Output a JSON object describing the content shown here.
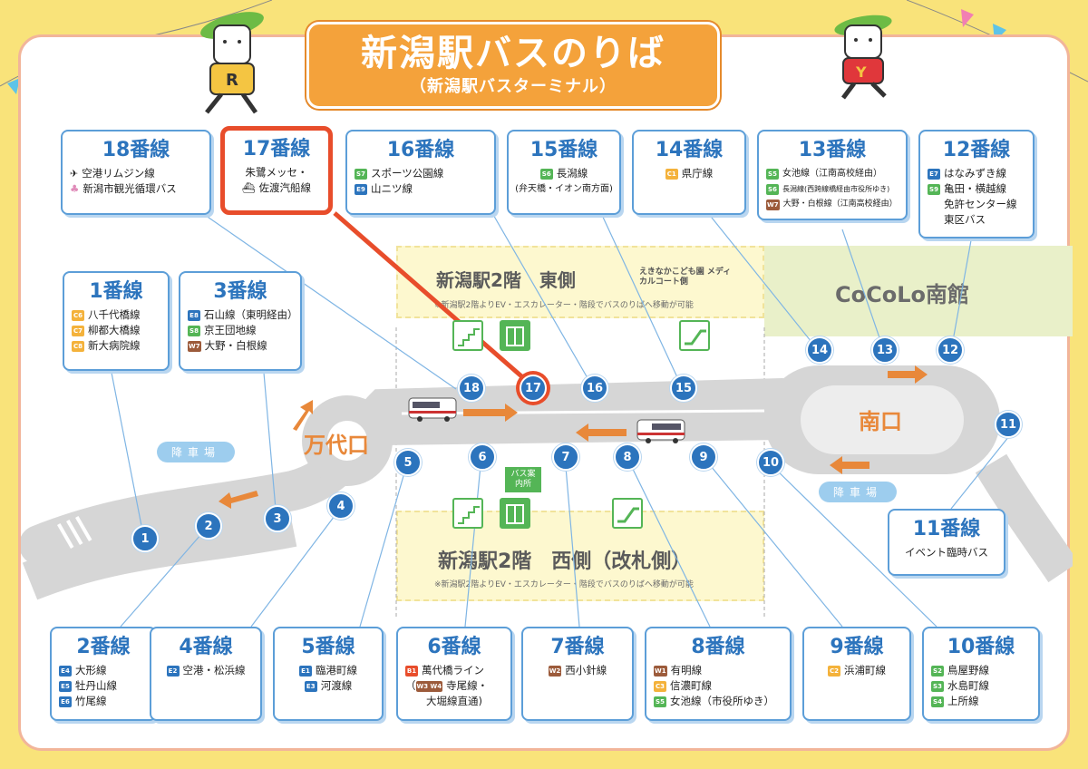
{
  "title": {
    "main": "新潟駅バスのりば",
    "sub": "（新潟駅バスターミナル）"
  },
  "colors": {
    "accent_blue": "#2c74bd",
    "highlight": "#e84d2b",
    "arrow": "#e8883a",
    "green": "#54b556"
  },
  "zones": {
    "east": {
      "title": "新潟駅2階　東側",
      "title_paren": "えきなかこども園 メディカルコート側",
      "note": "※新潟駅2階よりEV・エスカレーター・階段でバスのりばへ移動が可能"
    },
    "west": {
      "title": "新潟駅2階　西側（改札側）",
      "note": "※新潟駅2階よりEV・エスカレーター・階段でバスのりばへ移動が可能"
    },
    "cocolo": {
      "title": "CoCoLo南館"
    }
  },
  "places": {
    "bandaiguchi": "万代口",
    "minamiguchi": "南口",
    "drop_left": "降車場",
    "drop_right": "降車場",
    "bus_info": "バス案内所"
  },
  "stops": [
    "1",
    "2",
    "3",
    "4",
    "5",
    "6",
    "7",
    "8",
    "9",
    "10",
    "11",
    "12",
    "13",
    "14",
    "15",
    "16",
    "17",
    "18"
  ],
  "cards": {
    "c18": {
      "title": "18番線",
      "lines": [
        {
          "icon": "airplane-icon",
          "text": "空港リムジン線"
        },
        {
          "icon": "tulip-icon",
          "text": "新潟市観光循環バス"
        }
      ]
    },
    "c17": {
      "title": "17番線",
      "lines": [
        {
          "icon": "",
          "text": "朱鷺メッセ・"
        },
        {
          "icon": "ship-icon",
          "text": "佐渡汽船線"
        }
      ]
    },
    "c16": {
      "title": "16番線",
      "lines": [
        {
          "code": "S7",
          "text": "スポーツ公園線"
        },
        {
          "code": "E9",
          "text": "山ニツ線"
        }
      ]
    },
    "c15": {
      "title": "15番線",
      "lines": [
        {
          "code": "S6",
          "text": "長潟線"
        },
        {
          "code": "",
          "text": "(弁天橋・イオン南方面)"
        }
      ]
    },
    "c14": {
      "title": "14番線",
      "lines": [
        {
          "code": "C1",
          "text": "県庁線"
        }
      ]
    },
    "c13": {
      "title": "13番線",
      "lines": [
        {
          "code": "S5",
          "text": "女池線（江南高校経由）"
        },
        {
          "code": "S6",
          "text": "長潟線(西跨線橋経由市役所ゆき)"
        },
        {
          "code": "W7",
          "text": "大野・白根線（江南高校経由）"
        }
      ]
    },
    "c12": {
      "title": "12番線",
      "lines": [
        {
          "code": "E7",
          "text": "はなみずき線"
        },
        {
          "code": "S9",
          "text": "亀田・横越線"
        },
        {
          "code": "",
          "text": "免許センター線"
        },
        {
          "code": "",
          "text": "東区バス"
        }
      ]
    },
    "c1": {
      "title": "1番線",
      "lines": [
        {
          "code": "C6",
          "text": "八千代橋線"
        },
        {
          "code": "C7",
          "text": "柳都大橋線"
        },
        {
          "code": "C8",
          "text": "新大病院線"
        }
      ]
    },
    "c3": {
      "title": "3番線",
      "lines": [
        {
          "code": "E8",
          "text": "石山線（東明経由）"
        },
        {
          "code": "S8",
          "text": "京王団地線"
        },
        {
          "code": "W7",
          "text": "大野・白根線"
        }
      ]
    },
    "c11": {
      "title": "11番線",
      "lines": [
        {
          "code": "",
          "text": "イベント臨時バス"
        }
      ]
    },
    "c2": {
      "title": "2番線",
      "lines": [
        {
          "code": "E4",
          "text": "大形線"
        },
        {
          "code": "E5",
          "text": "牡丹山線"
        },
        {
          "code": "E6",
          "text": "竹尾線"
        }
      ]
    },
    "c4": {
      "title": "4番線",
      "lines": [
        {
          "code": "E2",
          "text": "空港・松浜線"
        }
      ]
    },
    "c5": {
      "title": "5番線",
      "lines": [
        {
          "code": "E1",
          "text": "臨港町線"
        },
        {
          "code": "E3",
          "text": "河渡線"
        }
      ]
    },
    "c6": {
      "title": "6番線",
      "lines": [
        {
          "code": "B1",
          "text": "萬代橋ライン"
        },
        {
          "code": "W3 W4",
          "text": "寺尾線・"
        },
        {
          "code": "",
          "text": "大堀線直通)"
        }
      ]
    },
    "c7": {
      "title": "7番線",
      "lines": [
        {
          "code": "W2",
          "text": "西小針線"
        }
      ]
    },
    "c8": {
      "title": "8番線",
      "lines": [
        {
          "code": "W1",
          "text": "有明線"
        },
        {
          "code": "C3",
          "text": "信濃町線"
        },
        {
          "code": "S5",
          "text": "女池線（市役所ゆき）"
        }
      ]
    },
    "c9": {
      "title": "9番線",
      "lines": [
        {
          "code": "C2",
          "text": "浜浦町線"
        }
      ]
    },
    "c10": {
      "title": "10番線",
      "lines": [
        {
          "code": "S2",
          "text": "鳥屋野線"
        },
        {
          "code": "S3",
          "text": "水島町線"
        },
        {
          "code": "S4",
          "text": "上所線"
        }
      ]
    }
  }
}
